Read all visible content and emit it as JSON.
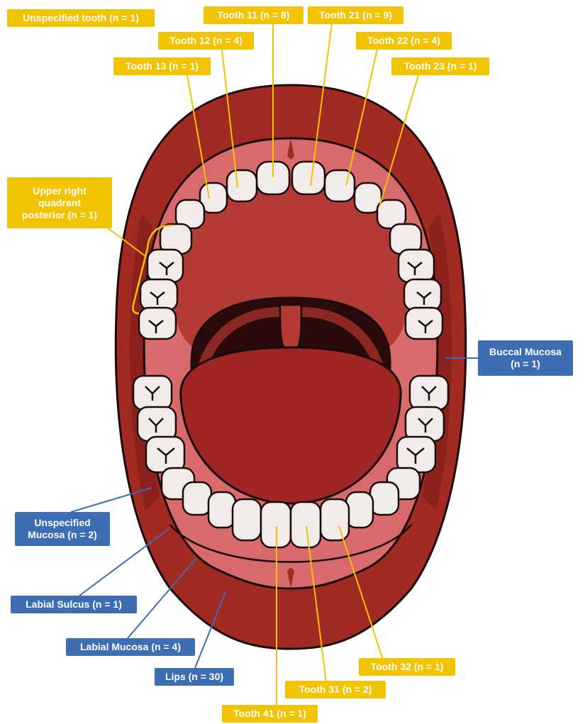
{
  "colors": {
    "tooth_label": "#f2c300",
    "soft_tissue_label": "#3d6db3",
    "lip": "#a12a22",
    "lip_dark": "#7e1d18",
    "gum": "#d86a6c",
    "palate": "#b33a35",
    "tongue": "#9f2622",
    "throat": "#2a0a0a",
    "tooth": "#f1ecea"
  },
  "tooth_labels": {
    "unspecified_tooth": "Unspecified tooth (n = 1)",
    "tooth_11": "Tooth 11 (n = 8)",
    "tooth_21": "Tooth 21 (n = 9)",
    "tooth_12": "Tooth 12 (n = 4)",
    "tooth_22": "Tooth 22 (n = 4)",
    "tooth_13": "Tooth 13 (n = 1)",
    "tooth_23": "Tooth 23 (n = 1)",
    "upper_right_quadrant_posterior": [
      "Upper right",
      "quadrant",
      "posterior (n = 1)"
    ],
    "tooth_32": "Tooth 32 (n = 1)",
    "tooth_31": "Tooth 31 (n = 2)",
    "tooth_41": "Tooth 41 (n = 1)"
  },
  "soft_tissue_labels": {
    "buccal_mucosa": [
      "Buccal Mucosa",
      "(n = 1)"
    ],
    "unspecified_mucosa": [
      "Unspecified",
      "Mucosa (n = 2)"
    ],
    "labial_sulcus": "Labial Sulcus (n = 1)",
    "labial_mucosa": "Labial Mucosa (n = 4)",
    "lips": "Lips (n = 30)"
  }
}
